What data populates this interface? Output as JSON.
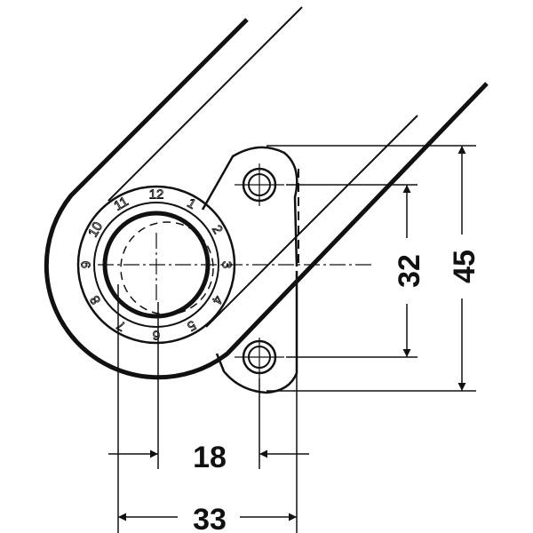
{
  "dimensions": {
    "hole_pitch": "32",
    "plate_height": "45",
    "offset_small": "18",
    "offset_large": "33"
  },
  "dial_numbers": [
    "12",
    "1",
    "2",
    "3",
    "4",
    "5",
    "6",
    "7",
    "8",
    "9",
    "10",
    "11"
  ],
  "colors": {
    "line": "#111111",
    "background": "#ffffff"
  }
}
